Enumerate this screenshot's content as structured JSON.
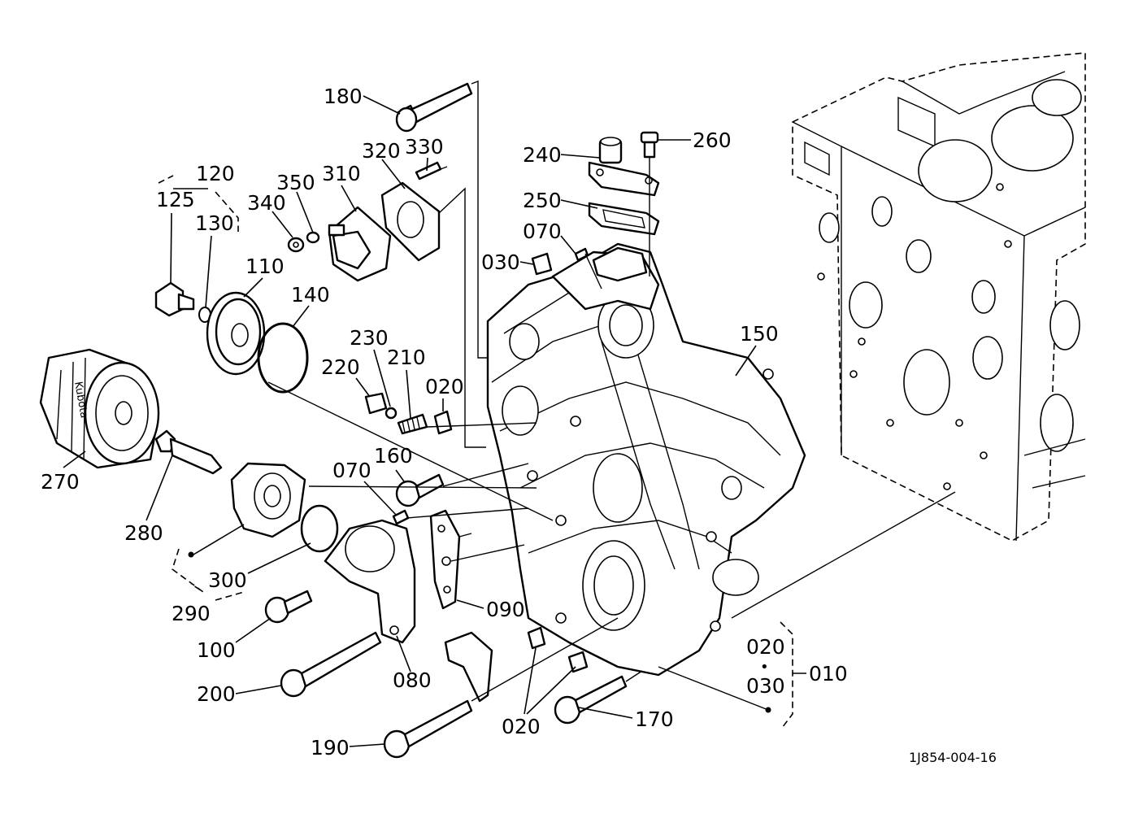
{
  "diagram": {
    "drawing_code": "1J854-004-16",
    "dot": "•",
    "labels": {
      "p010": "010",
      "p020_pulley": "020",
      "p020_plugs": "020",
      "p020_note": "020",
      "p030_top": "030",
      "p030_note": "030",
      "p070_top": "070",
      "p070_left": "070",
      "p080": "080",
      "p090": "090",
      "p100": "100",
      "p110": "110",
      "p120": "120",
      "p125": "125",
      "p130": "130",
      "p140": "140",
      "p150": "150",
      "p160": "160",
      "p170": "170",
      "p180": "180",
      "p190": "190",
      "p200": "200",
      "p210": "210",
      "p220": "220",
      "p230": "230",
      "p240": "240",
      "p250": "250",
      "p260": "260",
      "p270": "270",
      "p280": "280",
      "p290": "290",
      "p300": "300",
      "p310": "310",
      "p320": "320",
      "p330": "330",
      "p340": "340",
      "p350": "350"
    },
    "filter_brand": "Kubota",
    "icons": [
      "oil-filter-icon",
      "bolt-icon",
      "gasket-icon",
      "o-ring-icon",
      "gear-case-icon",
      "cylinder-block-icon",
      "water-pump-icon",
      "spring-icon",
      "plug-icon"
    ]
  }
}
